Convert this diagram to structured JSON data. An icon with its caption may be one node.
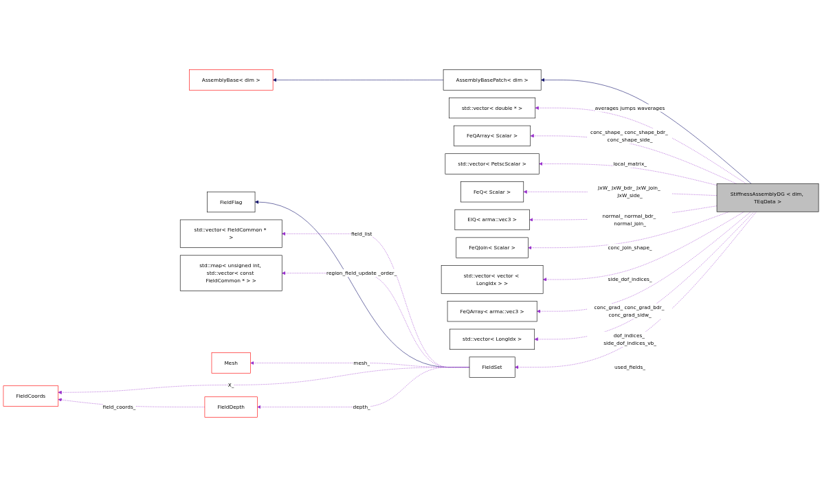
{
  "diagram": {
    "nodes": [
      {
        "text": [
          "AssemblyBase< dim >"
        ]
      },
      {
        "text": [
          "AssemblyBasePatch< dim >"
        ]
      },
      {
        "text": [
          "std::vector< double * >"
        ]
      },
      {
        "text": [
          "FeQArray< Scalar >"
        ]
      },
      {
        "text": [
          "std::vector< PetscScalar >"
        ]
      },
      {
        "text": [
          "FeQ< Scalar >"
        ]
      },
      {
        "text": [
          "ElQ< arma::vec3 >"
        ]
      },
      {
        "text": [
          "FeQJoin< Scalar >"
        ]
      },
      {
        "text": [
          "std::vector< vector < LongIdx > >"
        ]
      },
      {
        "text": [
          "FeQArray< arma::vec3 >"
        ]
      },
      {
        "text": [
          "std::vector< LongIdx >"
        ]
      },
      {
        "text": [
          "StiffnessAssemblyDG < dim, TEqData >"
        ]
      },
      {
        "text": [
          "FieldFlag"
        ]
      },
      {
        "text": [
          "FieldCoords"
        ]
      },
      {
        "text": [
          "FieldDepth"
        ]
      },
      {
        "text": [
          "FieldSet"
        ]
      },
      {
        "text": [
          "std::vector< FieldCommon * >"
        ]
      },
      {
        "text": [
          "std::map< unsigned int, std::vector< const FieldCommon * > >"
        ]
      },
      {
        "text": [
          "Mesh"
        ]
      }
    ],
    "edges": [
      {
        "from": 1,
        "to": 0,
        "arrow": "to",
        "color": "#191970"
      },
      {
        "from": 11,
        "to": 1,
        "arrow": "to",
        "color": "#191970"
      },
      {
        "from": 11,
        "to": 2,
        "arrow": "to",
        "label": "averages jumps waverages",
        "style": "dashed"
      },
      {
        "from": 11,
        "to": 3,
        "arrow": "to",
        "label": "conc_shape_ conc_shape_bdr_ conc_shape_side_",
        "style": "dashed"
      },
      {
        "from": 11,
        "to": 4,
        "arrow": "to",
        "label": "local_matrix_",
        "style": "dashed"
      },
      {
        "from": 11,
        "to": 5,
        "arrow": "to",
        "label": "JxW_ JxW_bdr_ JxW_join_ JxW_side_",
        "style": "dashed"
      },
      {
        "from": 11,
        "to": 6,
        "arrow": "to",
        "label": "normal_ normal_bdr_ normal_join_",
        "style": "dashed"
      },
      {
        "from": 11,
        "to": 7,
        "arrow": "to",
        "label": "conc_join_shape_",
        "style": "dashed"
      },
      {
        "from": 11,
        "to": 8,
        "arrow": "to",
        "label": "side_dof_indices_",
        "style": "dashed"
      },
      {
        "from": 11,
        "to": 15,
        "arrow": "to",
        "label": "used_fields_",
        "style": "dashed"
      },
      {
        "from": 11,
        "to": 9,
        "arrow": "to",
        "label": "conc_grad_ conc_grad_bdr_ conc_grad_sidw_",
        "style": "dashed"
      },
      {
        "from": 11,
        "to": 10,
        "arrow": "to",
        "label": "dof_indices_ side_dof_indices_vb_",
        "style": "dashed"
      },
      {
        "from": 15,
        "to": 12,
        "arrow": "to",
        "color": "#191970"
      },
      {
        "from": 15,
        "to": 13,
        "arrow": "to",
        "label": "X_",
        "style": "dashed"
      },
      {
        "from": 14,
        "to": 13,
        "arrow": "to",
        "label": "field_coords_",
        "style": "dashed"
      },
      {
        "from": 15,
        "to": 14,
        "arrow": "to",
        "label": "depth_",
        "style": "dashed"
      },
      {
        "from": 15,
        "to": 16,
        "arrow": "to",
        "label": "field_list",
        "style": "dashed"
      },
      {
        "from": 15,
        "to": 17,
        "arrow": "to",
        "label": "region_field_update _order_",
        "style": "dashed"
      },
      {
        "from": 15,
        "to": 18,
        "arrow": "to",
        "label": "mesh_",
        "style": "dashed"
      }
    ]
  }
}
